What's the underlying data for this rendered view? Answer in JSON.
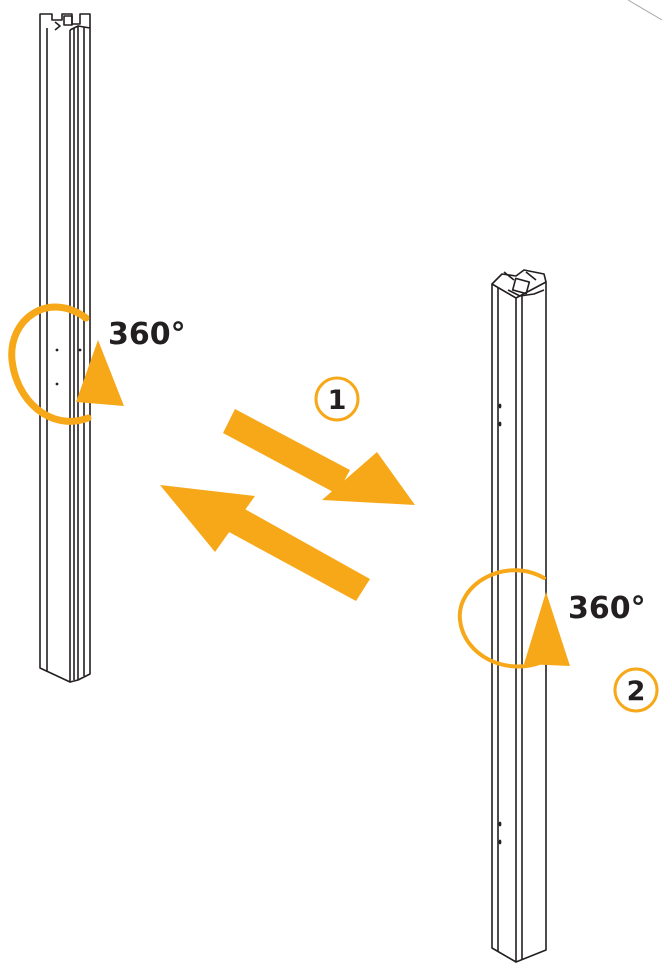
{
  "labels": {
    "rotation_left": "360°",
    "rotation_right": "360°",
    "step_1": "1",
    "step_2": "2"
  },
  "colors": {
    "accent": "#f7a818",
    "line": "#231f20",
    "background": "#ffffff"
  }
}
